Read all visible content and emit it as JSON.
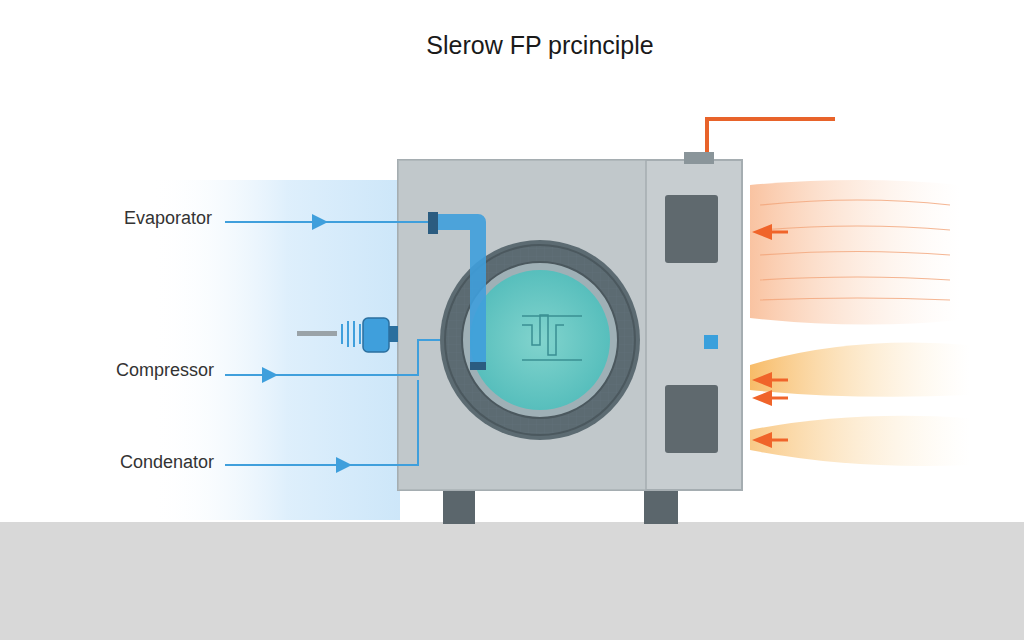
{
  "diagram": {
    "title": "Slerow FP prcinciple",
    "labels": [
      "Evaporator",
      "Compressor",
      "Condenator"
    ]
  }
}
